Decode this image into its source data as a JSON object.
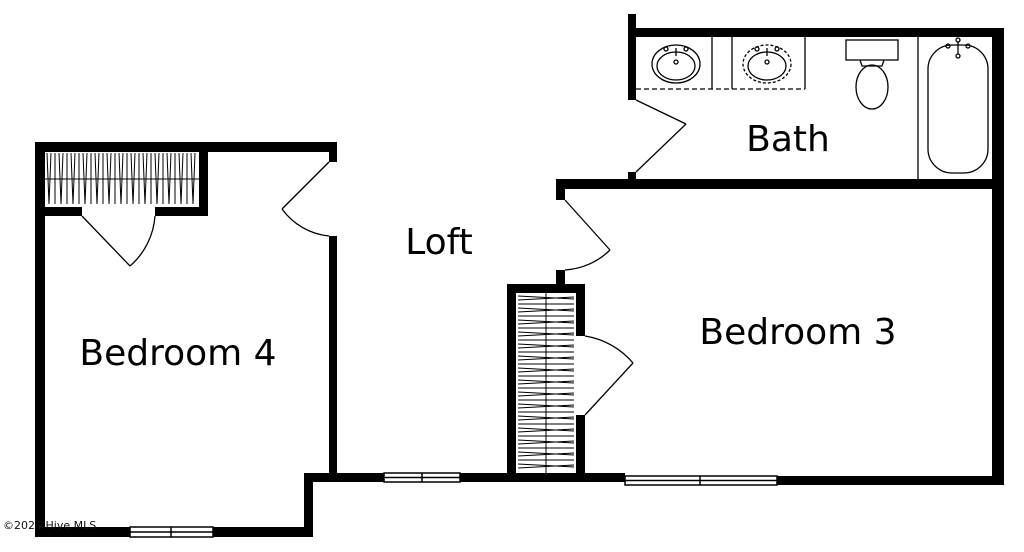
{
  "rooms": {
    "bedroom4": "Bedroom 4",
    "loft": "Loft",
    "bath": "Bath",
    "bedroom3": "Bedroom 3"
  },
  "footer": {
    "copyright": "©2024 Hive MLS"
  },
  "colors": {
    "wall": "#000000",
    "fixture": "#222222",
    "background": "#ffffff"
  }
}
